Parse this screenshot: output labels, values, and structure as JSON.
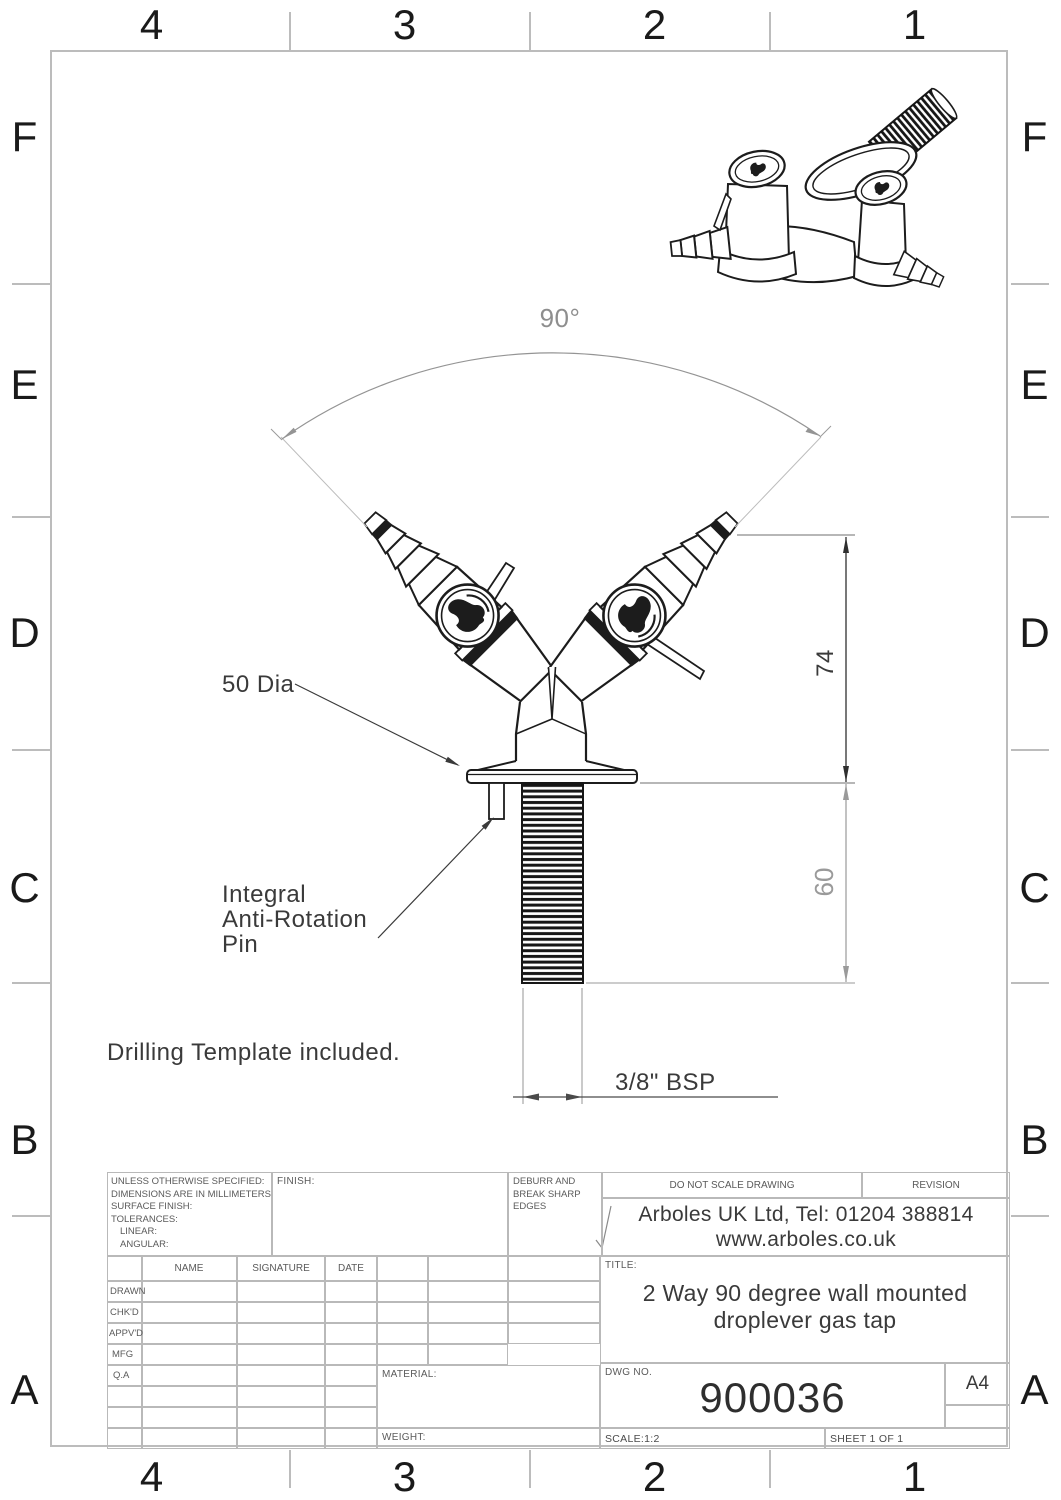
{
  "colors": {
    "line": "#1c1c1c",
    "dim_dark": "#2f2f2f",
    "dim_gray": "#9a9a9a",
    "frame_gray": "#bcbcbc"
  },
  "grid": {
    "columns": [
      "4",
      "3",
      "2",
      "1"
    ],
    "rows": [
      "F",
      "E",
      "D",
      "C",
      "B",
      "A"
    ]
  },
  "annotations": {
    "angle_dim": "90°",
    "height_dim": "74",
    "thread_length_dim": "60",
    "flange_dia": "50 Dia",
    "pin_line1": "Integral",
    "pin_line2": "Anti-Rotation",
    "pin_line3": "Pin",
    "template_note": "Drilling Template included.",
    "thread_spec": "3/8\" BSP"
  },
  "title_block": {
    "spec_line1": "UNLESS OTHERWISE SPECIFIED:",
    "spec_line2": "DIMENSIONS ARE IN MILLIMETERS",
    "spec_line3": "SURFACE FINISH:",
    "spec_line4": "TOLERANCES:",
    "spec_line5": "LINEAR:",
    "spec_line6": "ANGULAR:",
    "finish_label": "FINISH:",
    "deburr_line1": "DEBURR AND",
    "deburr_line2": "BREAK SHARP",
    "deburr_line3": "EDGES",
    "do_not_scale": "DO NOT SCALE DRAWING",
    "revision_label": "REVISION",
    "company_line1": "Arboles UK Ltd, Tel: 01204 388814",
    "company_line2": "www.arboles.co.uk",
    "name_header": "NAME",
    "signature_header": "SIGNATURE",
    "date_header": "DATE",
    "row_labels": [
      "DRAWN",
      "CHK'D",
      "APPV'D",
      "MFG",
      "Q.A"
    ],
    "material_label": "MATERIAL:",
    "weight_label": "WEIGHT:",
    "title_label": "TITLE:",
    "title_line1": "2 Way 90 degree wall mounted",
    "title_line2": "droplever gas tap",
    "dwg_label": "DWG NO.",
    "dwg_number": "900036",
    "paper_size": "A4",
    "scale": "SCALE:1:2",
    "sheet": "SHEET 1 OF 1"
  }
}
